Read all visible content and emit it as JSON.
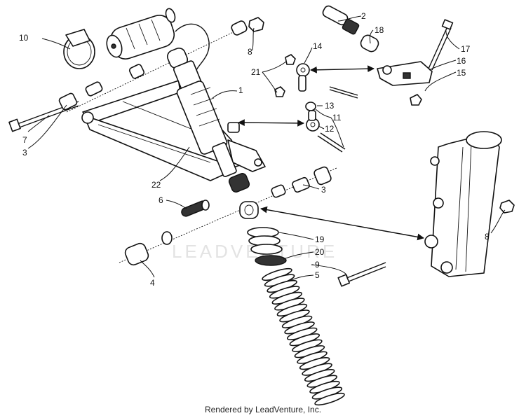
{
  "watermark": "LEADVENTURE",
  "footer": "Rendered by LeadVenture, Inc.",
  "callouts": {
    "c1": "1",
    "c2": "2",
    "c3a": "3",
    "c3b": "3",
    "c4": "4",
    "c5": "5",
    "c6": "6",
    "c7": "7",
    "c8a": "8",
    "c8b": "8",
    "c9": "9",
    "c10": "10",
    "c11": "11",
    "c12": "12",
    "c13": "13",
    "c14": "14",
    "c15": "15",
    "c16": "16",
    "c17": "17",
    "c18": "18",
    "c19": "19",
    "c20": "20",
    "c21": "21",
    "c22": "22"
  }
}
